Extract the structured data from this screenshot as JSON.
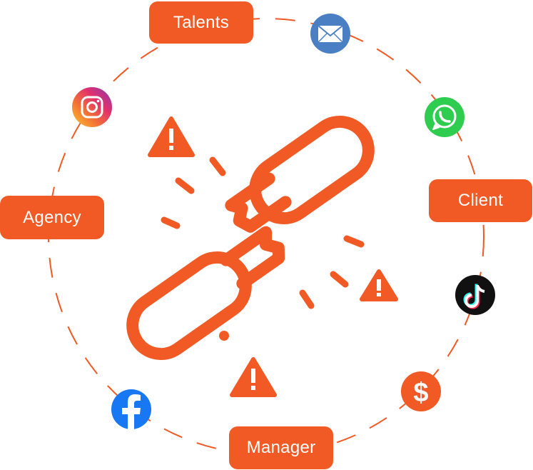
{
  "labels": {
    "talents": "Talents",
    "client": "Client",
    "agency": "Agency",
    "manager": "Manager"
  },
  "icons": {
    "email": "envelope-icon",
    "whatsapp": "whatsapp-icon",
    "tiktok": "tiktok-icon",
    "dollar": "dollar-icon",
    "facebook": "facebook-icon",
    "instagram": "instagram-icon",
    "chain": "broken-chain-icon",
    "warning": "warning-icon"
  },
  "colors": {
    "accent": "#f15a24",
    "email": "#4a7fc4",
    "whatsapp": "#2ecc4f",
    "tiktok": "#111111",
    "facebook": "#1877f2"
  }
}
